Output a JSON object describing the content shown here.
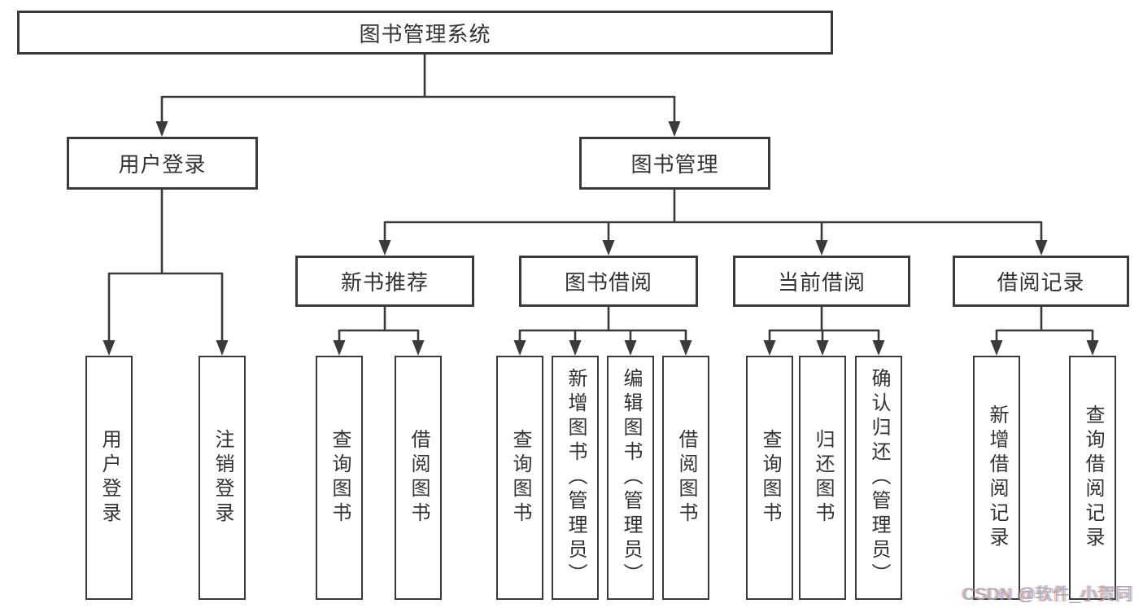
{
  "diagram": {
    "type": "hierarchy-tree",
    "tree": {
      "root": {
        "label": "图书管理系统",
        "children": [
          {
            "label": "用户登录",
            "children": [
              {
                "label": "用户登录"
              },
              {
                "label": "注销登录"
              }
            ]
          },
          {
            "label": "图书管理",
            "children": [
              {
                "label": "新书推荐",
                "children": [
                  {
                    "label": "查询图书"
                  },
                  {
                    "label": "借阅图书"
                  }
                ]
              },
              {
                "label": "图书借阅",
                "children": [
                  {
                    "label": "查询图书"
                  },
                  {
                    "label": "新增图书（管理员）"
                  },
                  {
                    "label": "编辑图书（管理员）"
                  },
                  {
                    "label": "借阅图书"
                  }
                ]
              },
              {
                "label": "当前借阅",
                "children": [
                  {
                    "label": "查询图书"
                  },
                  {
                    "label": "归还图书"
                  },
                  {
                    "label": "确认归还（管理员）"
                  }
                ]
              },
              {
                "label": "借阅记录",
                "children": [
                  {
                    "label": "新增借阅记录"
                  },
                  {
                    "label": "查询借阅记录"
                  }
                ]
              }
            ]
          }
        ]
      }
    },
    "colors": {
      "line": "#3a3a3a",
      "node_border": "#3a3a3a",
      "node_text": "#333333",
      "background": "#ffffff",
      "watermark_text": "#a8a8a8"
    }
  },
  "watermark": {
    "text": "CSDN @软件_小贺同学"
  }
}
